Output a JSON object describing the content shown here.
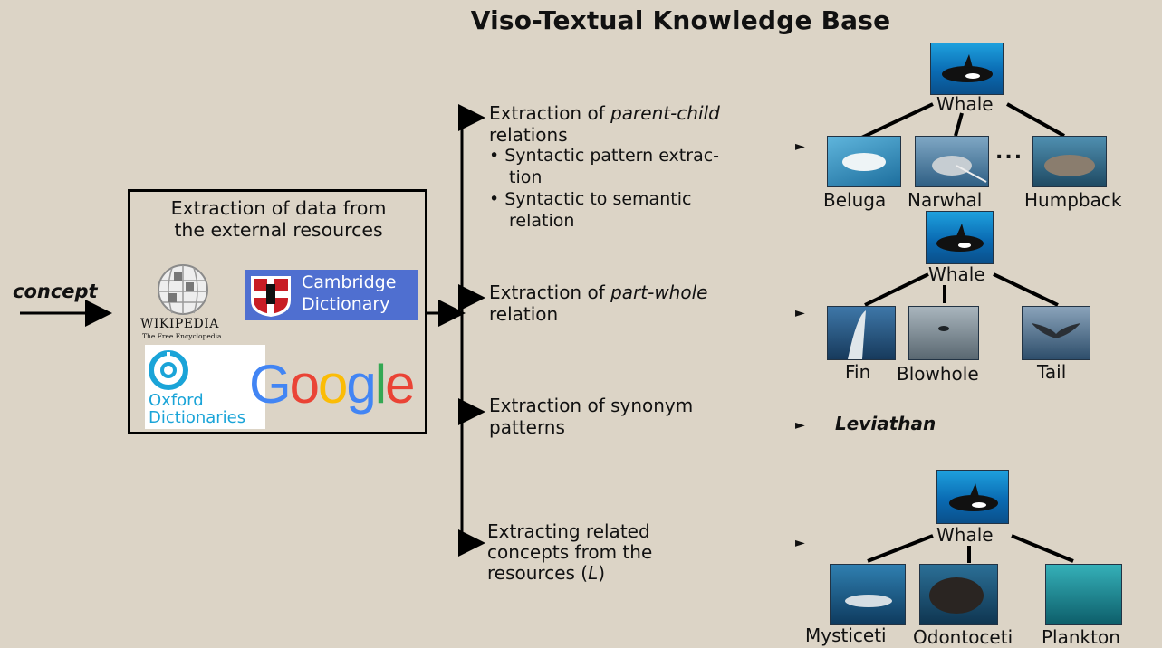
{
  "title": "Viso-Textual Knowledge Base",
  "concept": "concept",
  "extraction_box": {
    "title_line1": "Extraction of data from",
    "title_line2": "the external resources",
    "wikipedia_name": "WIKIPEDIA",
    "wikipedia_sub": "The Free Encyclopedia",
    "cambridge_line1": "Cambridge",
    "cambridge_line2": "Dictionary",
    "oxford_line1": "Oxford",
    "oxford_line2": "Dictionaries",
    "google": "Google"
  },
  "steps": {
    "s1_line1_prefix": "Extraction of ",
    "s1_line1_em": "parent-child",
    "s1_line2": "relations",
    "s1_b1_line1": "Syntactic pattern extrac-",
    "s1_b1_line2": "tion",
    "s1_b2_line1": "Syntactic to semantic",
    "s1_b2_line2": "relation",
    "s2_line1_prefix": "Extraction of ",
    "s2_line1_em": "part-whole",
    "s2_line2": "relation",
    "s3_line1": "Extraction of synonym",
    "s3_line2": "patterns",
    "s4_line1": "Extracting related",
    "s4_line2": "concepts from the",
    "s4_line3_prefix": "resources (",
    "s4_line3_em": "L",
    "s4_line3_suffix": ")"
  },
  "arrow_glyph": "►",
  "trees": {
    "parent_child": {
      "root": "Whale",
      "children": [
        "Beluga",
        "Narwhal",
        "Humpback"
      ],
      "ellipsis": "..."
    },
    "part_whole": {
      "root": "Whale",
      "children": [
        "Fin",
        "Blowhole",
        "Tail"
      ]
    },
    "synonym": "Leviathan",
    "related": {
      "root": "Whale",
      "children": [
        "Mysticeti",
        "Odontoceti",
        "Plankton"
      ]
    }
  },
  "colors": {
    "background": "#dcd4c6",
    "cambridge_blue": "#4f6fd0",
    "oxford_blue": "#1aa4d8",
    "google": [
      "#4285F4",
      "#EA4335",
      "#FBBC05",
      "#4285F4",
      "#34A853",
      "#EA4335"
    ]
  }
}
